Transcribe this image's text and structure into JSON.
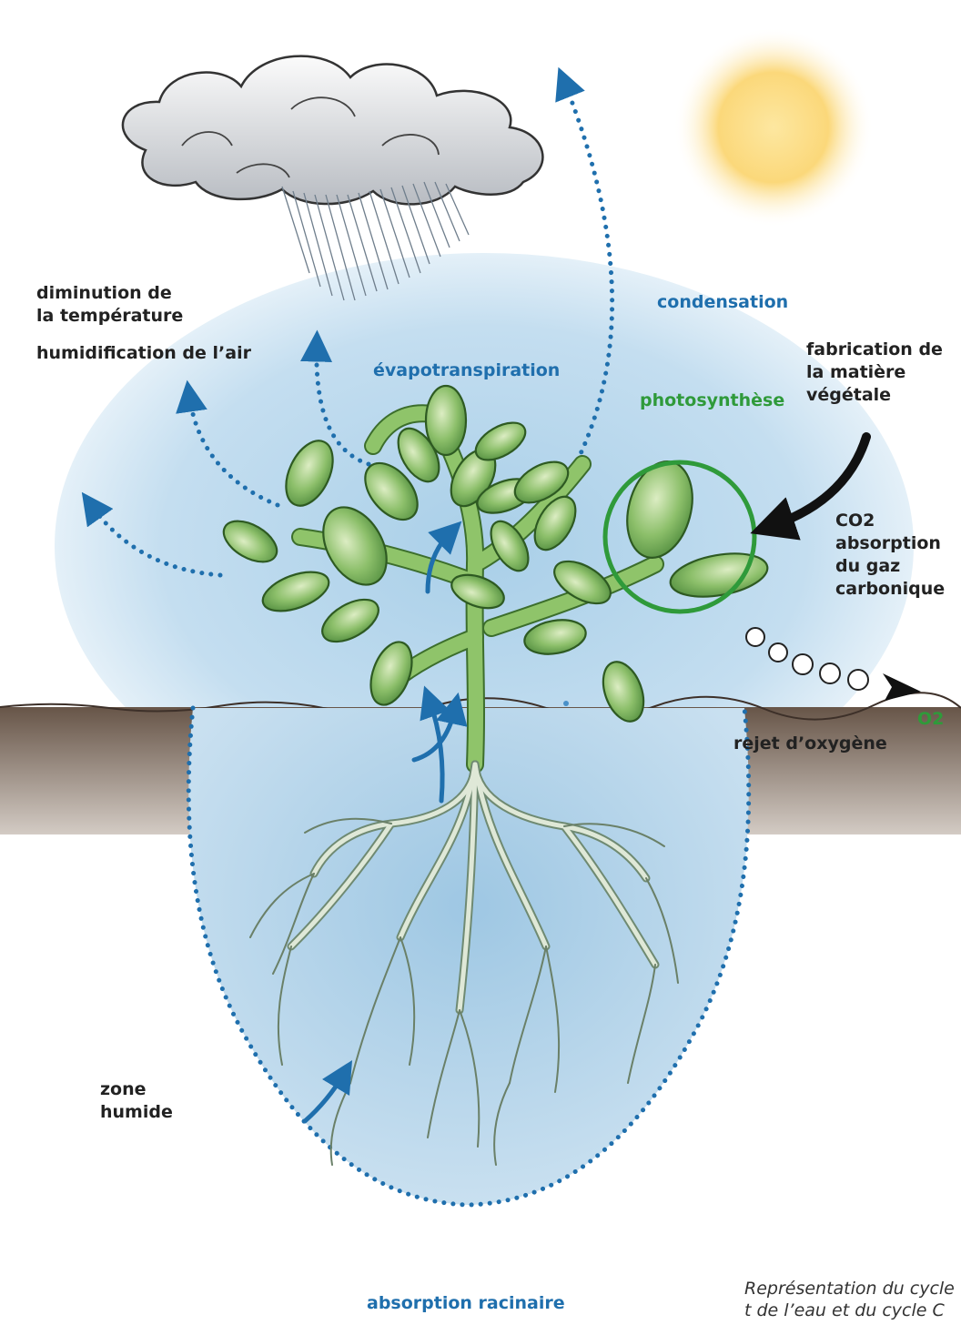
{
  "labels": {
    "diminution": "diminution de\nla température",
    "humidification": "humidification de l’air",
    "condensation": "condensation",
    "evapotranspiration": "évapotranspiration",
    "photosynthese": "photosynthèse",
    "fabrication": "fabrication de\nla matière\nvégétale",
    "co2": "CO2\nabsorption\ndu gaz\ncarbonique",
    "o2": "O2",
    "rejet": "rejet d’oxygène",
    "zone_humide": "zone\nhumide",
    "absorption_racinaire": "absorption racinaire",
    "caption": "Représentation du cycle\nt de l’eau et du cycle C"
  },
  "colors": {
    "water_blue": "#1f6fad",
    "photosynthesis_green": "#2f9a3a",
    "text_dark": "#222222",
    "soil": "#6b5a4c"
  }
}
